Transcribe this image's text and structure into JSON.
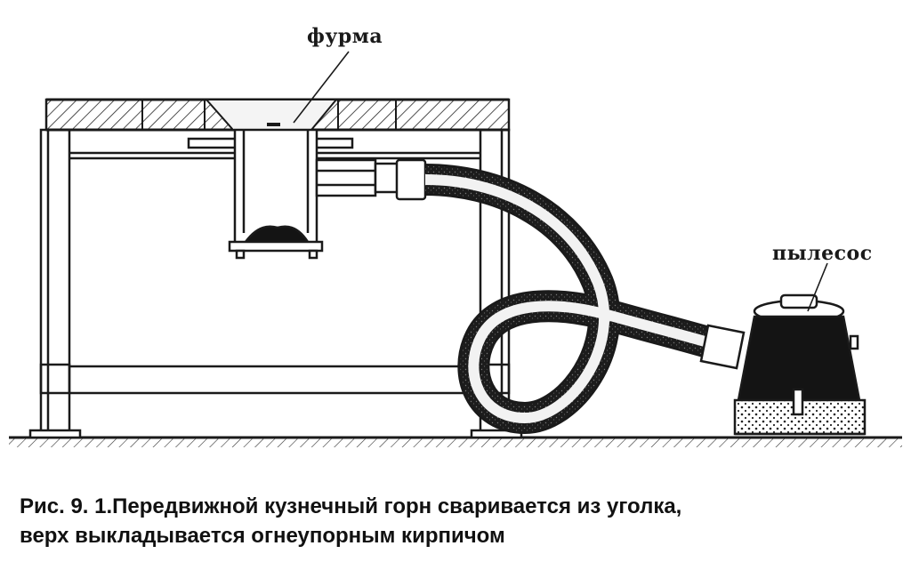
{
  "labels": {
    "tuyere": "фурма",
    "vacuum_cleaner": "пылесос"
  },
  "caption": {
    "line1": "Рис. 9. 1.Передвижной кузнечный горн сваривается из уголка,",
    "line2": "верх выкладывается огнеупорным кирпичом"
  },
  "colors": {
    "ink": "#1a1a1a",
    "background": "#ffffff"
  }
}
